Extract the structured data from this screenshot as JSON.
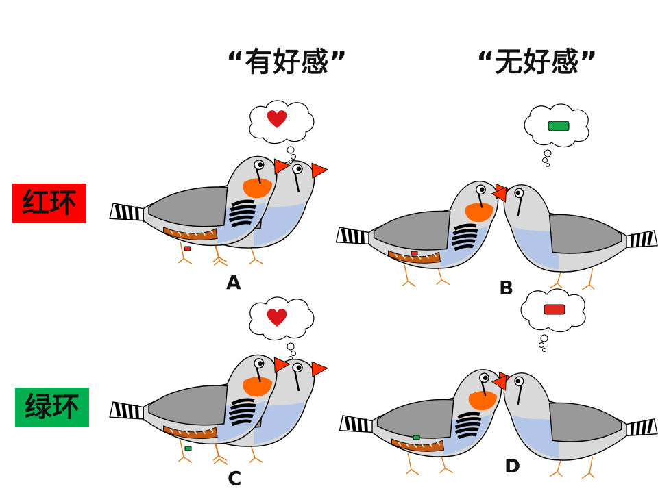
{
  "titles": {
    "left": "“有好感”",
    "right": "“无好感”"
  },
  "row_labels": [
    {
      "text": "红环",
      "color": "#ff0000"
    },
    {
      "text": "绿环",
      "color": "#00b050"
    }
  ],
  "panel_labels": [
    "A",
    "B",
    "C",
    "D"
  ],
  "colors": {
    "red_band": "#e0281e",
    "green_band": "#17a34a",
    "heart": "#d9161c"
  }
}
